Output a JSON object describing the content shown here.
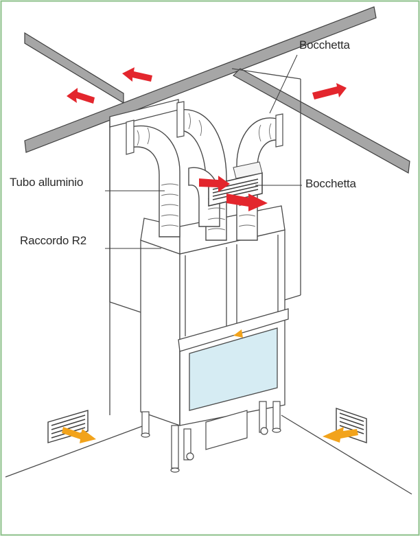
{
  "labels": {
    "bocchetta_top": "Bocchetta",
    "bocchetta_mid": "Bocchetta",
    "tubo": "Tubo alluminio",
    "raccordo": "Raccordo R2"
  },
  "colors": {
    "frame": "#8cc08a",
    "line": "#4a4a4a",
    "ceiling_fill": "#a6a6a6",
    "hot_arrow": "#e3262d",
    "warm_arrow": "#f2a31b",
    "glass": "#d6ecf3"
  },
  "icons": [
    "hot-air-arrow",
    "intake-air-arrow",
    "vent-grille"
  ]
}
